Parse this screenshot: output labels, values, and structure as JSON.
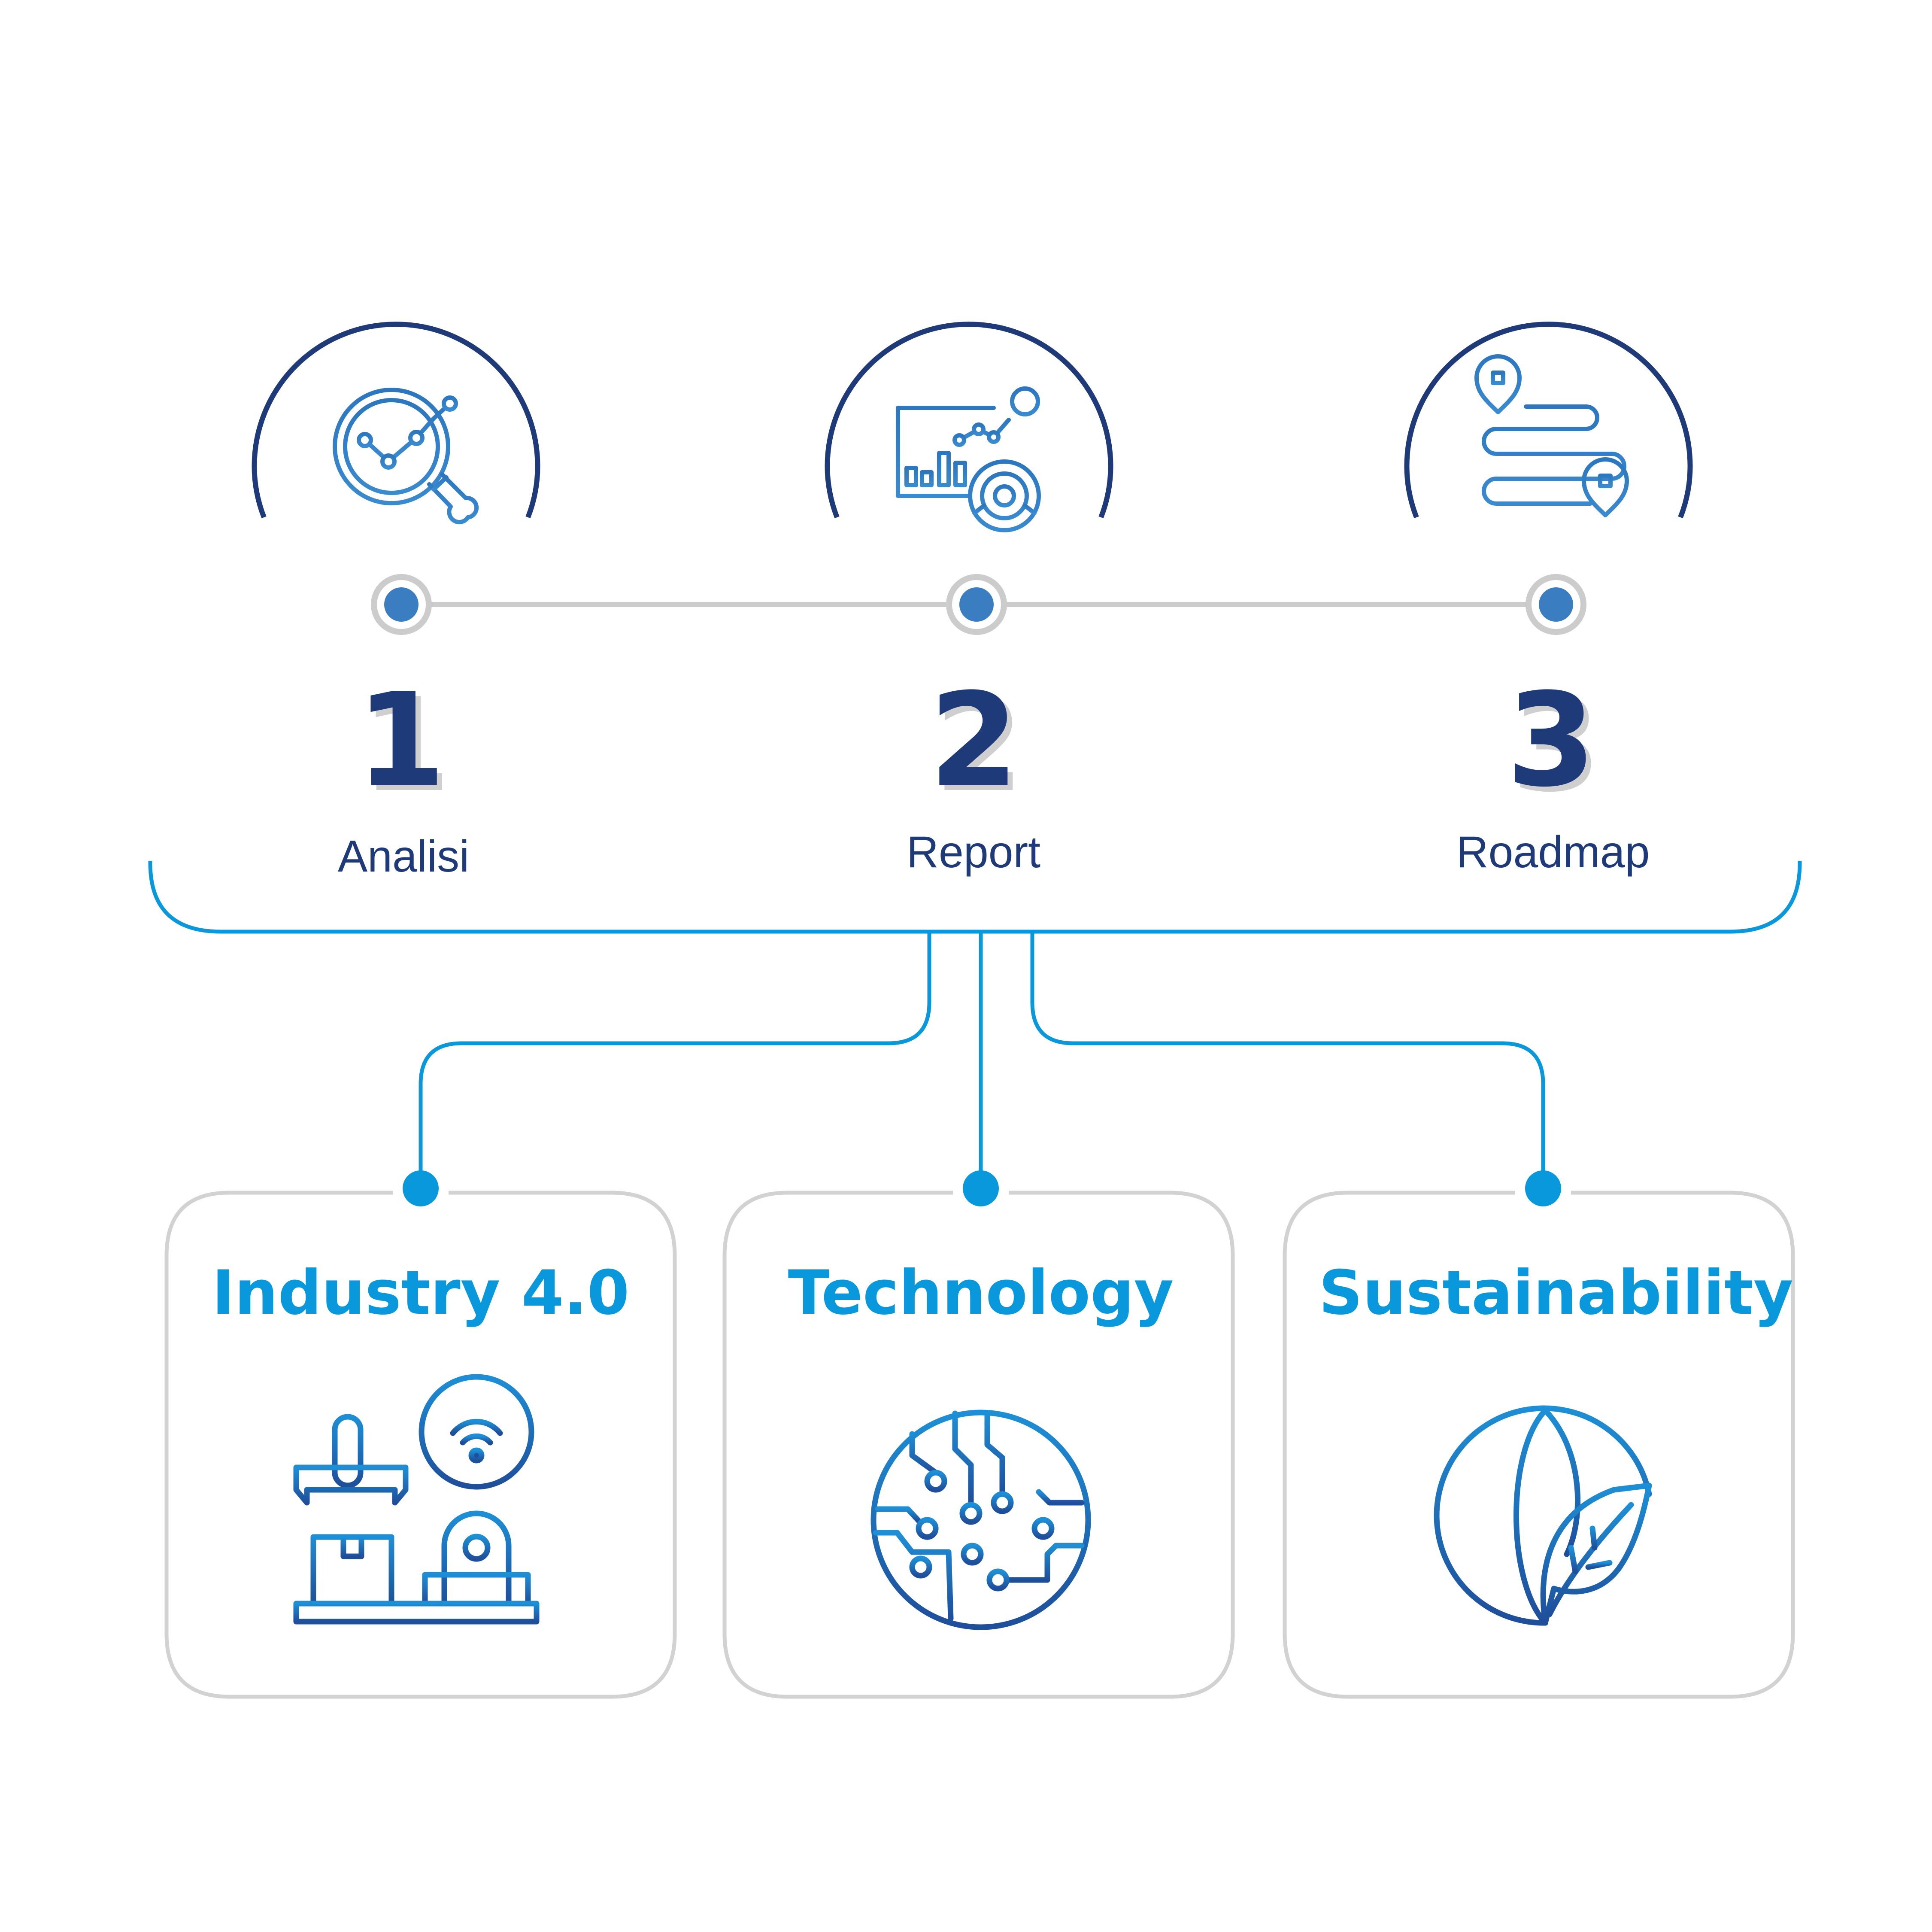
{
  "steps": [
    {
      "number": "1",
      "label": "Analisi",
      "icon": "analysis-magnifier-icon"
    },
    {
      "number": "2",
      "label": "Report",
      "icon": "report-dashboard-icon"
    },
    {
      "number": "3",
      "label": "Roadmap",
      "icon": "roadmap-path-icon"
    }
  ],
  "cards": [
    {
      "title": "Industry 4.0",
      "icon": "robotic-arm-icon"
    },
    {
      "title": "Technology",
      "icon": "circuit-globe-icon"
    },
    {
      "title": "Sustainability",
      "icon": "globe-leaf-icon"
    }
  ],
  "colors": {
    "navy": "#1f3a78",
    "step_dot": "#3a7dc0",
    "accent": "#0a98dc",
    "line_gray": "#cccccc",
    "card_border": "#d2d2d2",
    "icon_blue_light": "#1d8fd6",
    "icon_blue_dark": "#1f4e9a"
  }
}
